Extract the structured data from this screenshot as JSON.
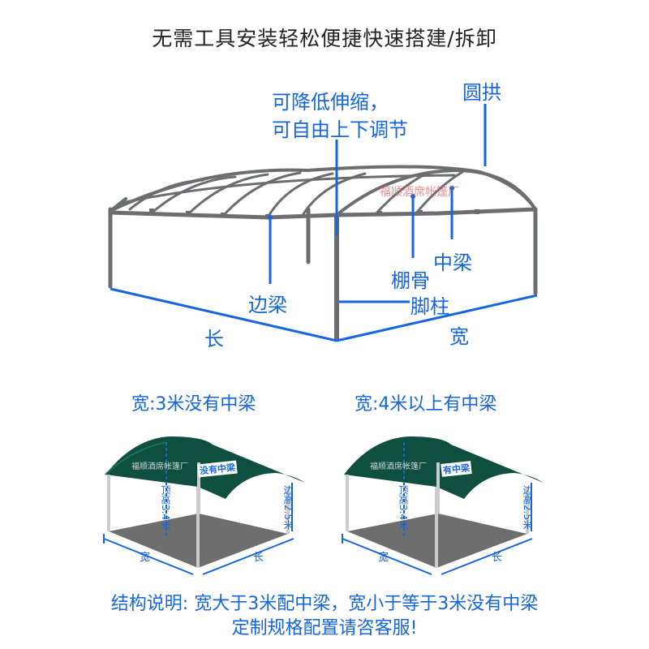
{
  "title": "无需工具安装轻松便捷快速搭建/拆卸",
  "main_diagram": {
    "watermark": "福顺酒席帐篷厂",
    "labels": {
      "adjustable_line1": "可降低伸缩，",
      "adjustable_line2": "可自由上下调节",
      "arch": "圆拱",
      "center_beam": "中梁",
      "rib": "棚骨",
      "side_beam": "边梁",
      "leg": "脚柱",
      "length": "长",
      "width": "宽"
    }
  },
  "examples": {
    "left": {
      "caption": "宽:3米没有中梁",
      "tag": "没有中梁",
      "watermark": "福顺酒席帐篷厂",
      "top_height": "顶高3.4米",
      "side_height": "边高2.5米",
      "width": "宽",
      "length": "长"
    },
    "right": {
      "caption": "宽:4米以上有中梁",
      "tag": "有中梁",
      "watermark": "福顺酒席帐篷厂",
      "top_height": "顶高3.4米",
      "side_height": "边高2.5米",
      "width": "宽",
      "length": "长"
    }
  },
  "notes": {
    "line1": "结构说明: 宽大于3米配中梁，宽小于等于3米没有中梁",
    "line2": "定制规格配置请咨客服!"
  },
  "colors": {
    "accent": "#1565e0",
    "frame": "#6b6d70",
    "canopy": "#0f4f40",
    "floor": "#6e6e6e"
  }
}
